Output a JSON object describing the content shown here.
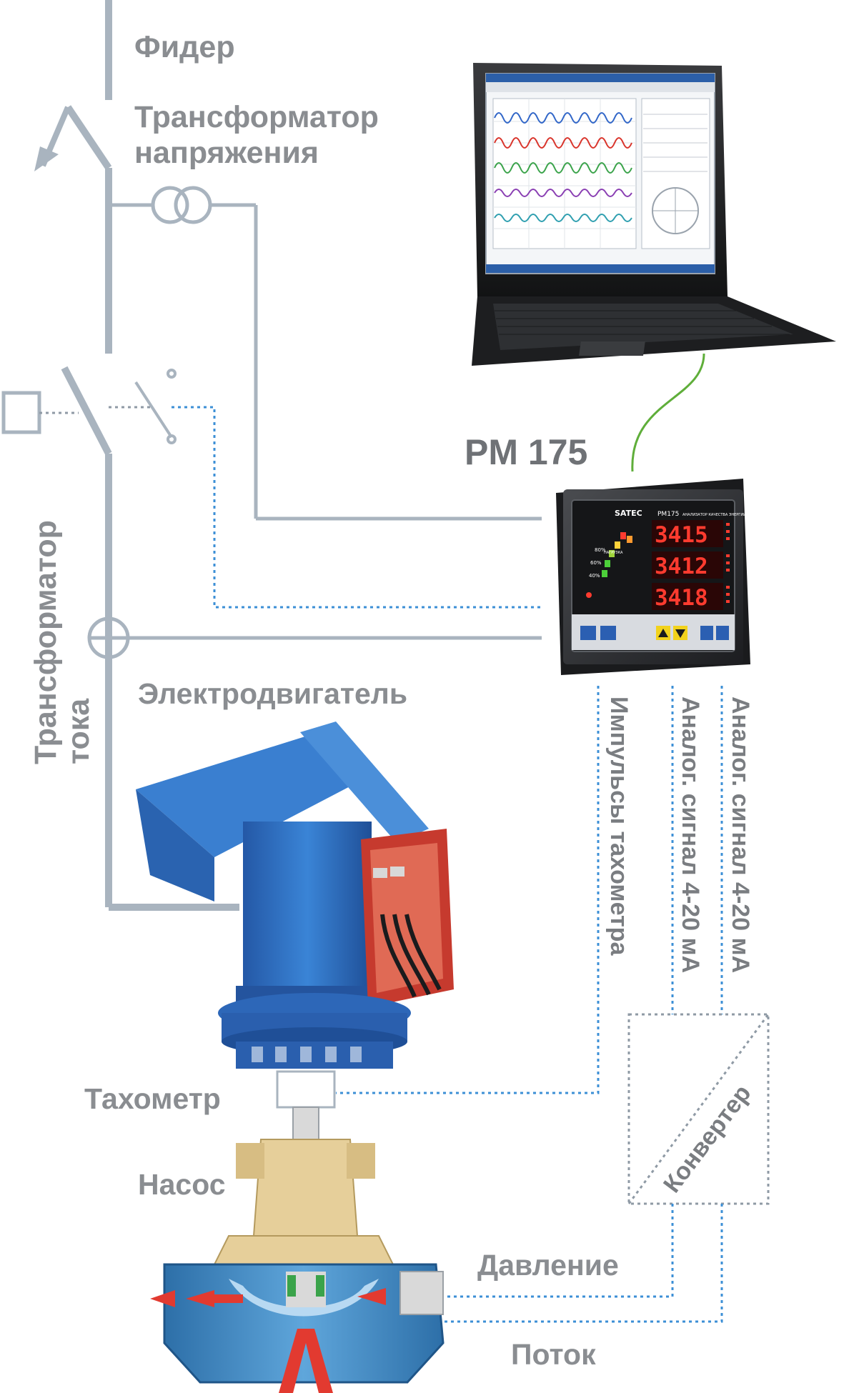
{
  "labels": {
    "feeder": "Фидер",
    "voltage_transformer_line1": "Трансформатор",
    "voltage_transformer_line2": "напряжения",
    "current_transformer_line1": "Трансформатор",
    "current_transformer_line2": "тока",
    "device": "PM 175",
    "motor": "Электродвигатель",
    "tachometer": "Тахометр",
    "pump": "Насос",
    "pressure": "Давление",
    "flow": "Поток",
    "converter": "Конвертер",
    "signal_tacho": "Импульсы тахометра",
    "signal_analog_1": "Аналог. сигнал 4-20 мА",
    "signal_analog_2": "Аналог. сигнал 4-20 мА"
  },
  "meter": {
    "brand": "SATEC",
    "model": "PM175",
    "subtitle": "АНАЛИЗАТОР КАЧЕСТВА ЭНЕРГИИ",
    "readings": [
      "3415",
      "3412",
      "3418"
    ],
    "load_label": "НАГРУЗКА",
    "load_scale": [
      "40%",
      "60%",
      "80%"
    ]
  },
  "colors": {
    "line": "#a9b4bf",
    "dotted_blue": "#3c8fd6",
    "dotted_gray": "#8f9aa5",
    "cable_green": "#5fae3a",
    "display_red": "#ff3b2f",
    "motor_blue": "#2e6fc3",
    "terminal_red": "#c63a2e"
  }
}
